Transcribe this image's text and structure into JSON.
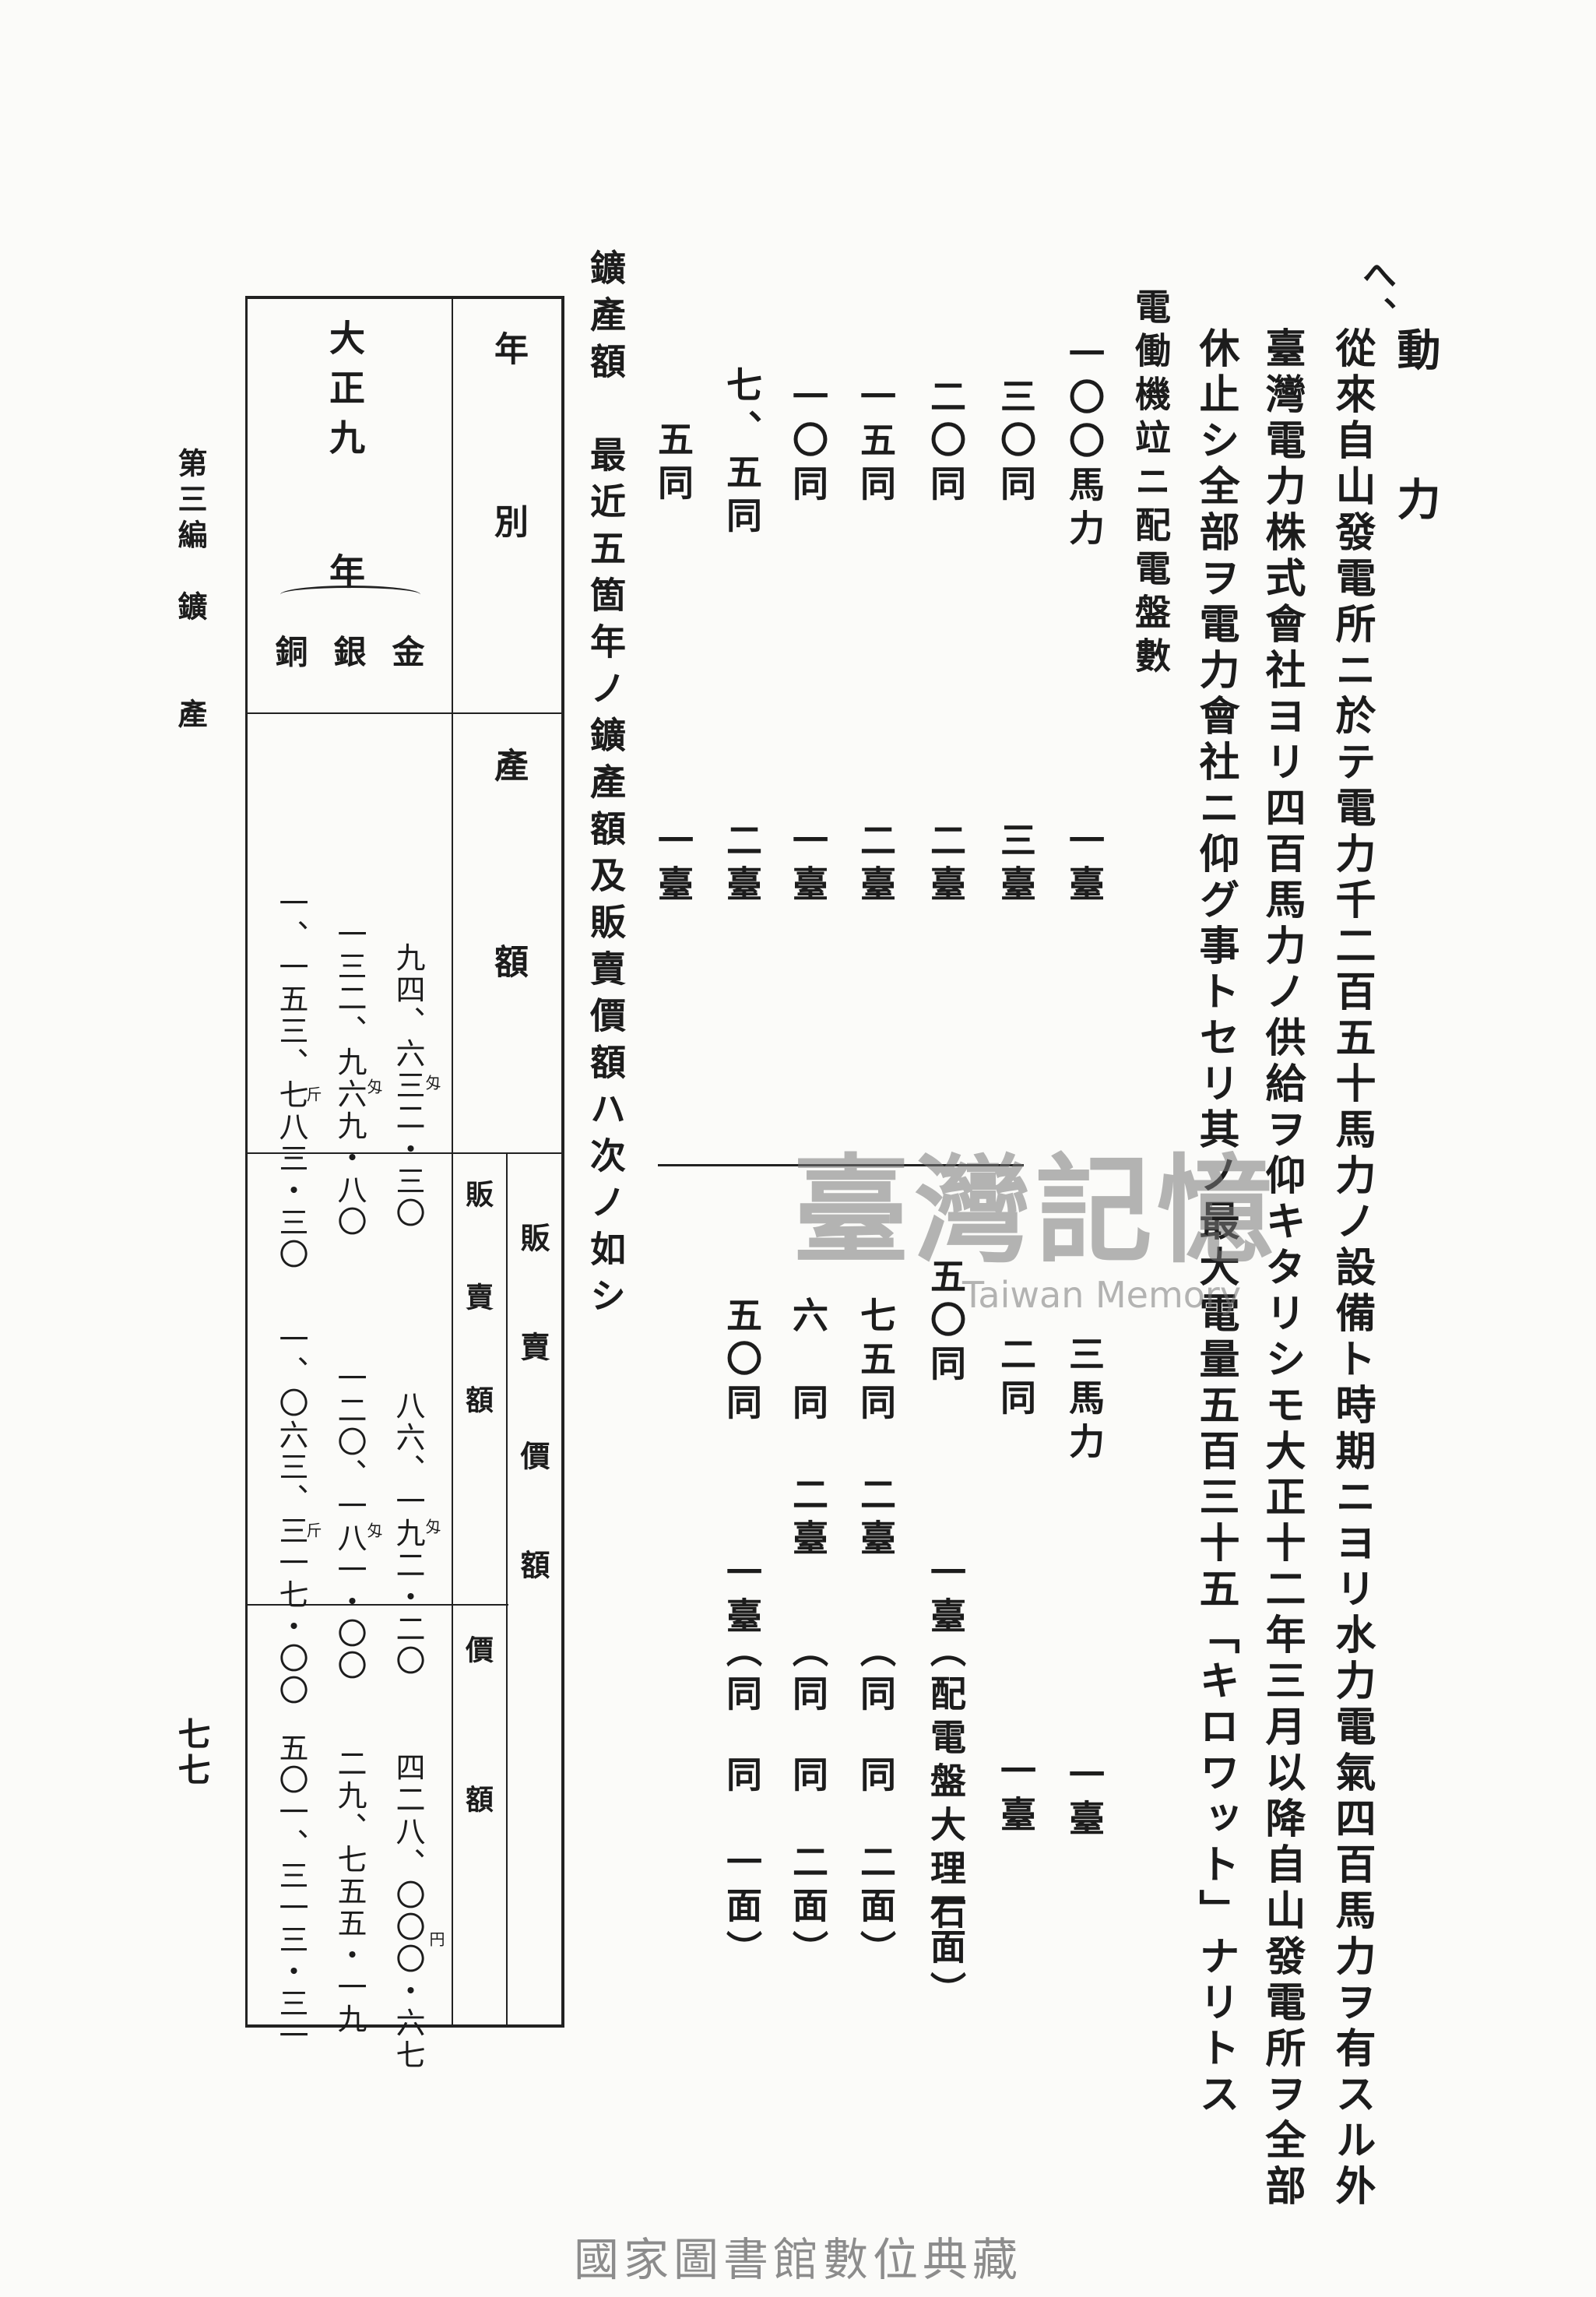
{
  "section": {
    "marker": "へ、",
    "heading": "動　力",
    "paragraph": [
      "從來自山發電所ニ於テ電力千二百五十馬力ノ設備ト時期ニヨリ水力電氣四百馬力ヲ有スル外",
      "臺灣電力株式會社ヨリ四百馬力ノ供給ヲ仰キタリシモ大正十二年三月以降自山發電所ヲ全部",
      "休止シ全部ヲ電力會社ニ仰グ事トセリ其ノ最大電量五百三十五「キロワット」ナリトス"
    ],
    "motor_heading": "電働機竝ニ配電盤數"
  },
  "motors_left": [
    {
      "hp": "一〇〇馬力",
      "count": "一臺"
    },
    {
      "hp": "三〇同",
      "count": "三臺"
    },
    {
      "hp": "二〇同",
      "count": "二臺"
    },
    {
      "hp": "一五同",
      "count": "二臺"
    },
    {
      "hp": "一〇同",
      "count": "一臺"
    },
    {
      "hp": "七、五同",
      "count": "二臺"
    },
    {
      "hp": "五同",
      "count": "一臺"
    }
  ],
  "motors_right": [
    {
      "hp": "三馬力",
      "count": "一臺",
      "panel": "",
      "panel_count": ""
    },
    {
      "hp": "二同",
      "count": "一臺",
      "panel": "",
      "panel_count": ""
    },
    {
      "hp": "五〇同",
      "count": "一臺",
      "panel": "（配電盤大理石",
      "panel_count": "一面）"
    },
    {
      "hp": "七五同",
      "count": "二臺",
      "panel": "（同",
      "panel_count": "同　二面）"
    },
    {
      "hp": "六　同",
      "count": "二臺",
      "panel": "（同",
      "panel_count": "同　二面）"
    },
    {
      "hp": "五〇同",
      "count": "一臺",
      "panel": "（同",
      "panel_count": "同　一面）"
    }
  ],
  "production_intro": "鑛產額　最近五箇年ノ鑛產額及販賣價額ハ次ノ如シ",
  "table": {
    "col_year": "年　　別",
    "col_production": "產　　額",
    "col_sales_group": "販　賣　價　額",
    "col_sales_qty": "販　賣　額",
    "col_sales_price": "價　額",
    "year_label": "大正九",
    "year_suffix": "年",
    "metals": [
      "金",
      "銀",
      "銅"
    ],
    "production": [
      "九四、六三二・三〇",
      "一三二、九六九・八〇",
      "一、一五三、七八三・三〇"
    ],
    "production_units": [
      "匁",
      "匁",
      "斤"
    ],
    "sales": [
      "八六、一九二・二〇",
      "一二〇、一八一・〇〇",
      "一、〇六三、三一七・〇〇"
    ],
    "sales_units": [
      "匁",
      "匁",
      "斤"
    ],
    "prices": [
      "四二八、〇〇〇・六七",
      "二九、七五五・一九",
      "五〇一、三一三・三一"
    ],
    "price_unit": "円"
  },
  "margin": {
    "chapter": "第三編　鑛　　產",
    "page": "七七"
  },
  "watermark": {
    "text": "臺灣記憶",
    "sub": "Taiwan Memory"
  },
  "footer": "國家圖書館數位典藏"
}
